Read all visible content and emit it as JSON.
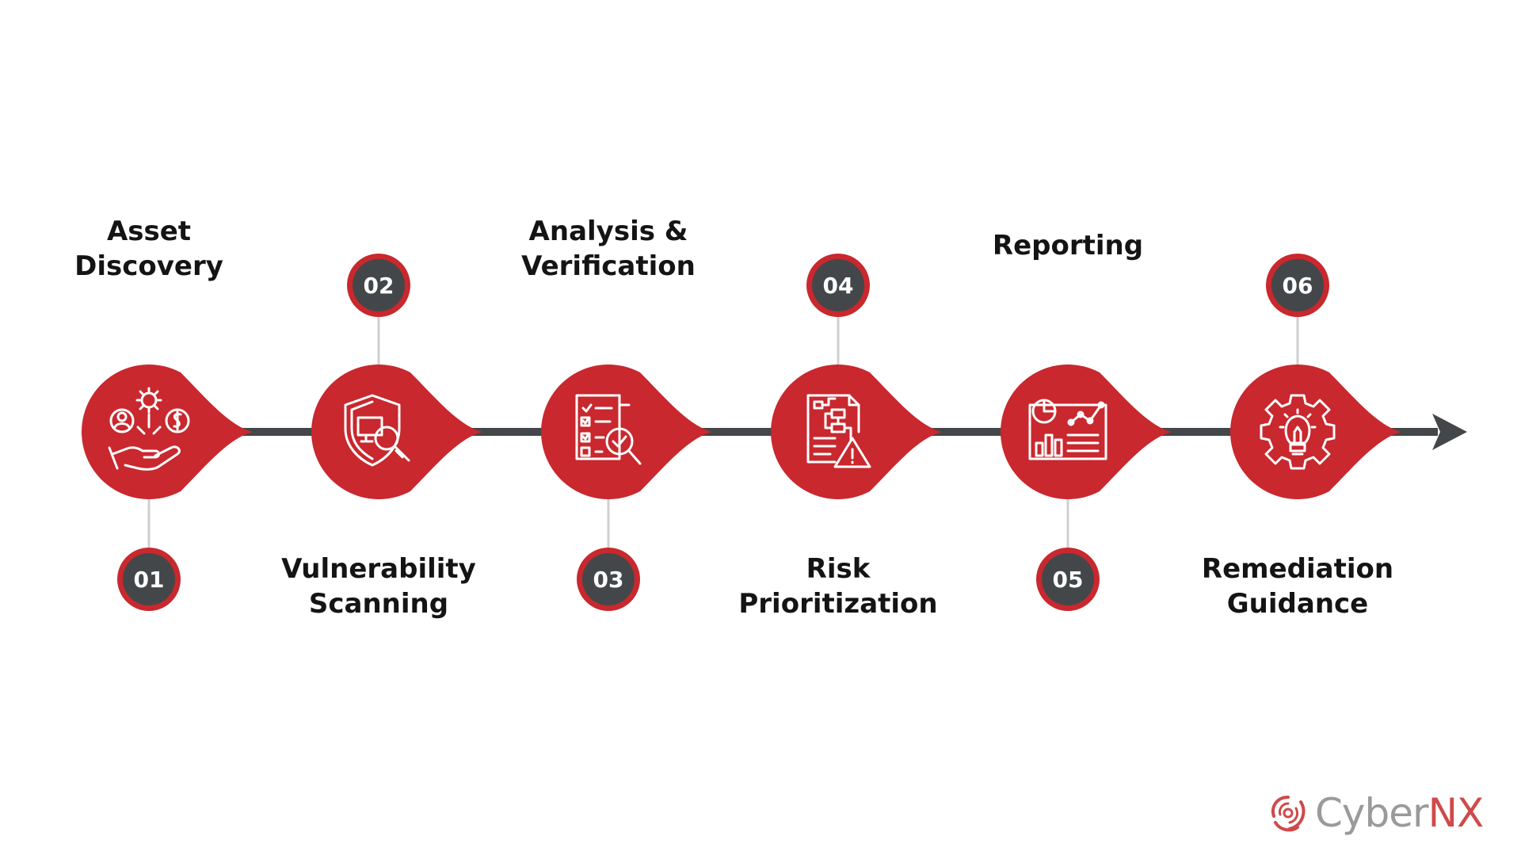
{
  "colors": {
    "accent": "#c8282e",
    "dark": "#444749",
    "connector": "#cfcfcf",
    "title": "#141414",
    "background": "#ffffff"
  },
  "steps": [
    {
      "number": "01",
      "title_lines": [
        "Asset",
        "Discovery"
      ],
      "icon": "asset-discovery-icon",
      "title_position": "top",
      "badge_position": "bottom"
    },
    {
      "number": "02",
      "title_lines": [
        "Vulnerability",
        "Scanning"
      ],
      "icon": "shield-scan-icon",
      "title_position": "bottom",
      "badge_position": "top"
    },
    {
      "number": "03",
      "title_lines": [
        "Analysis &",
        "Verification"
      ],
      "icon": "checklist-search-icon",
      "title_position": "top",
      "badge_position": "bottom"
    },
    {
      "number": "04",
      "title_lines": [
        "Risk",
        "Prioritization"
      ],
      "icon": "flowchart-warning-icon",
      "title_position": "bottom",
      "badge_position": "top"
    },
    {
      "number": "05",
      "title_lines": [
        "Reporting"
      ],
      "icon": "report-analytics-icon",
      "title_position": "top",
      "badge_position": "bottom"
    },
    {
      "number": "06",
      "title_lines": [
        "Remediation",
        "Guidance"
      ],
      "icon": "gear-lightbulb-icon",
      "title_position": "bottom",
      "badge_position": "top"
    }
  ],
  "brand": {
    "name_part1": "Cyber",
    "name_part2": "NX",
    "logo_icon": "cybernx-swirl-icon"
  }
}
